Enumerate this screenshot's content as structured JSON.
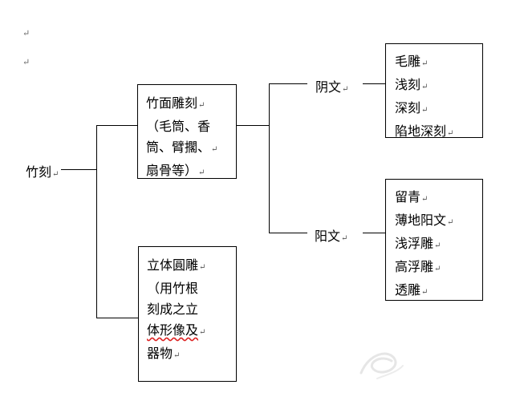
{
  "paragraph_mark": "↵",
  "root": "竹刻",
  "box_bamboo_surface": {
    "lines": [
      "竹面雕刻",
      "（毛筒、香",
      "筒、臂擱、",
      "扇骨等）"
    ]
  },
  "box_round_carving": {
    "lines_before": [
      "立体圓雕",
      "（用竹根",
      "刻成之立"
    ],
    "line_squiggle": "体形像及",
    "line_last": "器物"
  },
  "branch_yin": "阴文",
  "branch_yang": "阳文",
  "yin_items": [
    "毛雕",
    "浅刻",
    "深刻",
    "陷地深刻"
  ],
  "yang_items": [
    "留青",
    "薄地阳文",
    "浅浮雕",
    "高浮雕",
    "透雕"
  ]
}
